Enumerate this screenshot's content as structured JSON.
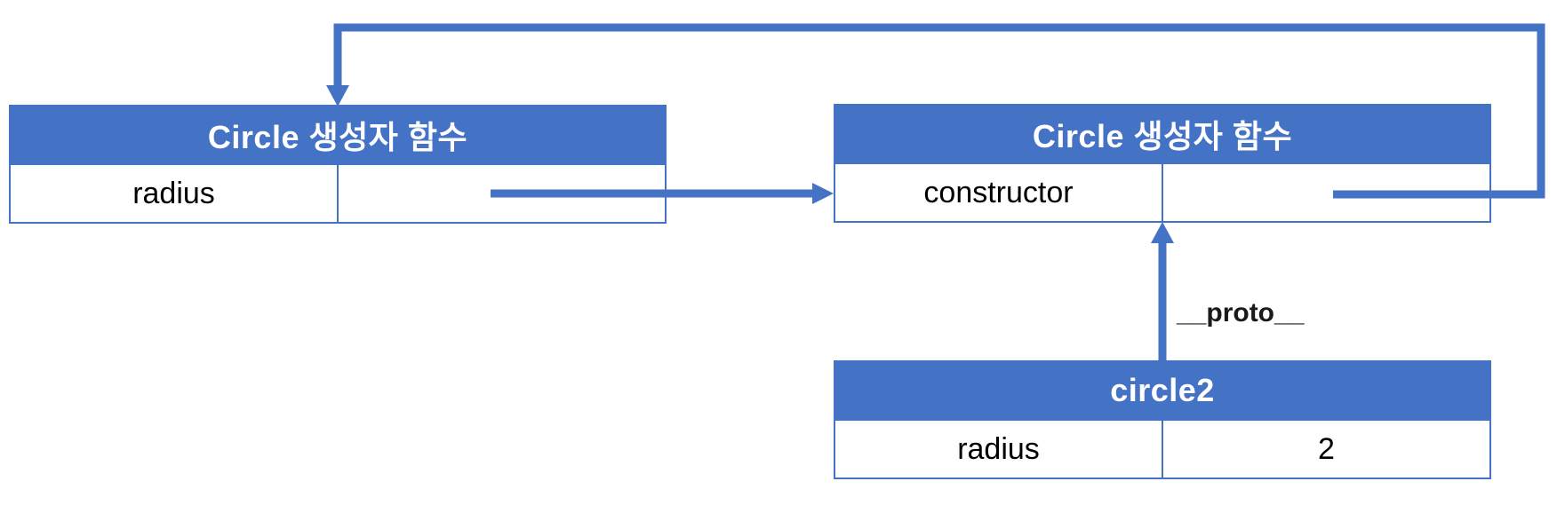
{
  "colors": {
    "accent": "#4472C4",
    "border": "#4472C4",
    "header_text": "#FFFFFF",
    "cell_text": "#000000",
    "background": "#FFFFFF"
  },
  "boxes": {
    "left": {
      "title": "Circle 생성자 함수",
      "rows": [
        {
          "key": "radius",
          "value": ""
        }
      ]
    },
    "right": {
      "title": "Circle 생성자 함수",
      "rows": [
        {
          "key": "constructor",
          "value": ""
        }
      ]
    },
    "circle2": {
      "title": "circle2",
      "rows": [
        {
          "key": "radius",
          "value": "2"
        }
      ]
    }
  },
  "annotations": {
    "proto_label": "__proto__"
  },
  "icons": {
    "arrows": [
      {
        "name": "prototype-link-arrow",
        "meaning": "left constructor cell points to right object"
      },
      {
        "name": "constructor-loop-arrow",
        "meaning": "right object loops back to left constructor box"
      },
      {
        "name": "proto-arrow",
        "meaning": "circle2 points up to prototype object"
      }
    ]
  }
}
